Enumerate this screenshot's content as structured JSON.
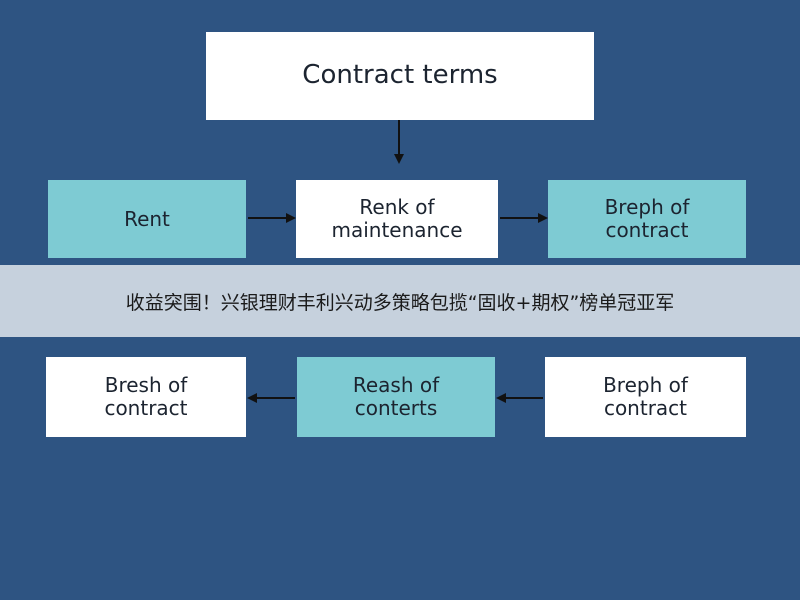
{
  "diagram": {
    "nodes": {
      "title": "Contract terms",
      "rent": "Rent",
      "renk": "Renk of\nmaintenance",
      "breph_top": "Breph of\ncontract",
      "bresh": "Bresh of\ncontract",
      "reash": "Reash of\nconterts",
      "breph_bottom": "Breph of\ncontract"
    },
    "colors": {
      "background": "#2e5482",
      "box_white": "#ffffff",
      "box_teal": "#7ecbd3",
      "arrow": "#111111"
    }
  },
  "banner": {
    "text": "收益突围！兴银理财丰利兴动多策略包揽“固收+期权”榜单冠亚军"
  }
}
